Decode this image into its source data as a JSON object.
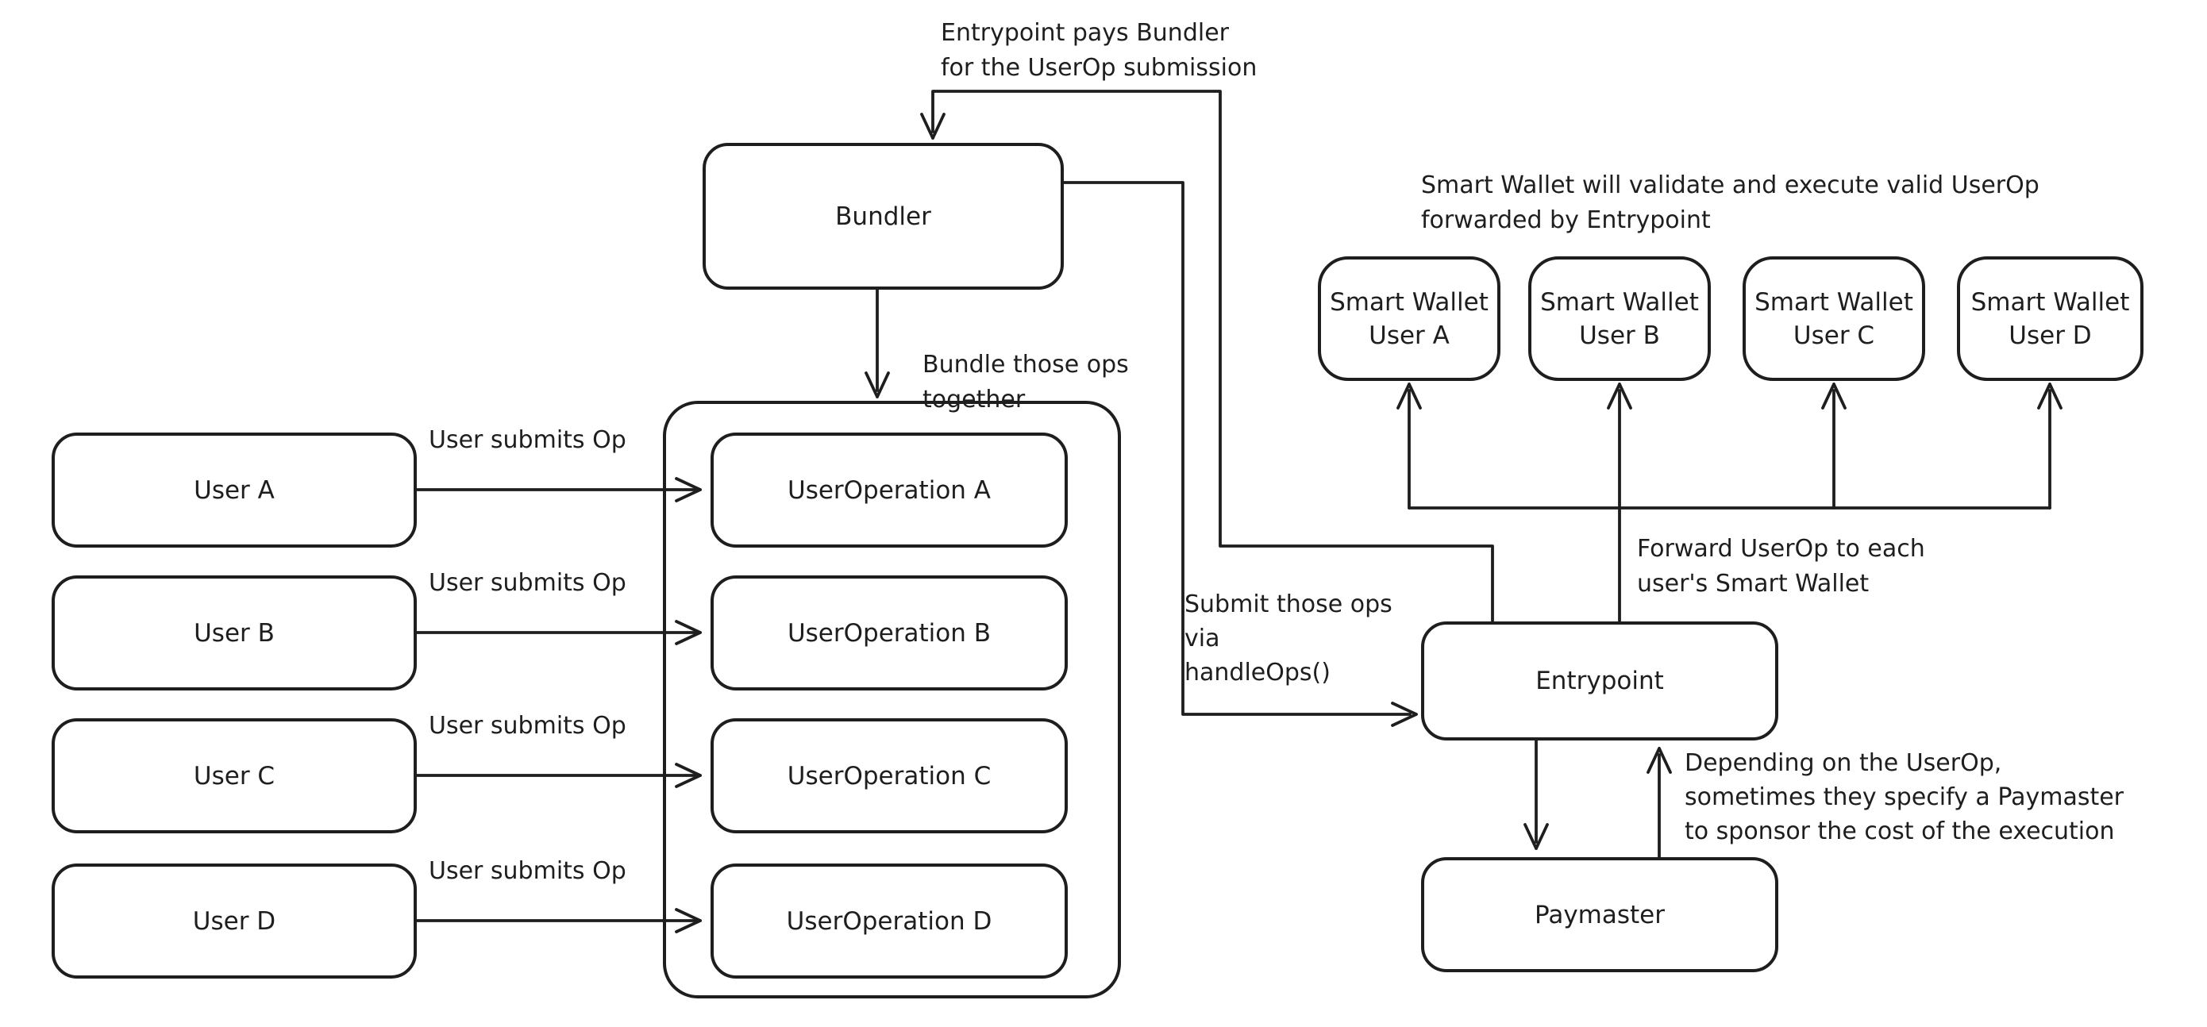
{
  "colors": {
    "ink": "#1e1e1e",
    "background": "#ffffff"
  },
  "nodes": {
    "user_a": {
      "label": "User A"
    },
    "user_b": {
      "label": "User B"
    },
    "user_c": {
      "label": "User C"
    },
    "user_d": {
      "label": "User D"
    },
    "userop_a": {
      "label": "UserOperation A"
    },
    "userop_b": {
      "label": "UserOperation B"
    },
    "userop_c": {
      "label": "UserOperation C"
    },
    "userop_d": {
      "label": "UserOperation D"
    },
    "bundler": {
      "label": "Bundler"
    },
    "entrypoint": {
      "label": "Entrypoint"
    },
    "paymaster": {
      "label": "Paymaster"
    },
    "smart_wallet_a": {
      "line1": "Smart Wallet",
      "line2": "User A"
    },
    "smart_wallet_b": {
      "line1": "Smart Wallet",
      "line2": "User B"
    },
    "smart_wallet_c": {
      "line1": "Smart Wallet",
      "line2": "User C"
    },
    "smart_wallet_d": {
      "line1": "Smart Wallet",
      "line2": "User D"
    }
  },
  "annotations": {
    "entrypoint_pays": {
      "lines": [
        "Entrypoint pays Bundler",
        "for the UserOp submission"
      ]
    },
    "user_submits": {
      "label": "User submits Op"
    },
    "bundle_ops": {
      "lines": [
        "Bundle those ops",
        "together"
      ]
    },
    "submit_ops": {
      "lines": [
        "Submit those ops",
        "via",
        "handleOps()"
      ]
    },
    "smart_wallet_note": {
      "lines": [
        "Smart Wallet will validate and execute valid UserOp",
        "forwarded by Entrypoint"
      ]
    },
    "forward_userop": {
      "lines": [
        "Forward UserOp to each",
        "user's Smart Wallet"
      ]
    },
    "paymaster_note": {
      "lines": [
        "Depending on the UserOp,",
        "sometimes they specify a Paymaster",
        "to sponsor the cost of the execution"
      ]
    }
  }
}
